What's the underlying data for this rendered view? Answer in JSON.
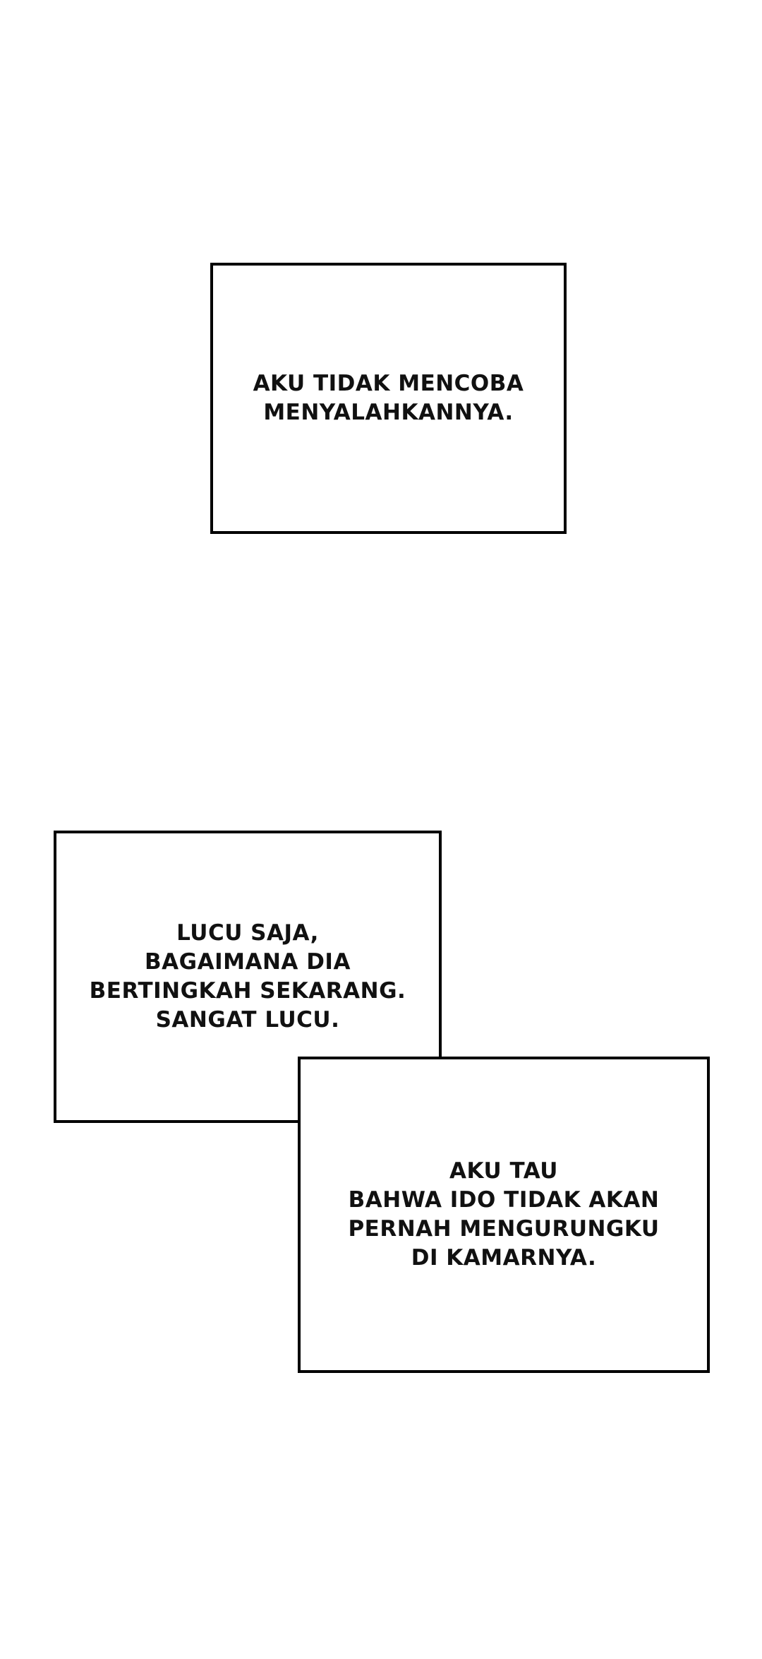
{
  "page": {
    "background_color": "#ffffff",
    "border_color": "#000000"
  },
  "captions": [
    {
      "lines": [
        "AKU TIDAK MENCOBA",
        "MENYALAHKANNYA."
      ]
    },
    {
      "lines": [
        "LUCU SAJA,",
        "BAGAIMANA DIA",
        "BERTINGKAH SEKARANG.",
        "SANGAT LUCU."
      ]
    },
    {
      "lines": [
        "AKU TAU",
        "BAHWA IDO TIDAK AKAN",
        "PERNAH MENGURUNGKU",
        "DI KAMARNYA."
      ]
    }
  ]
}
